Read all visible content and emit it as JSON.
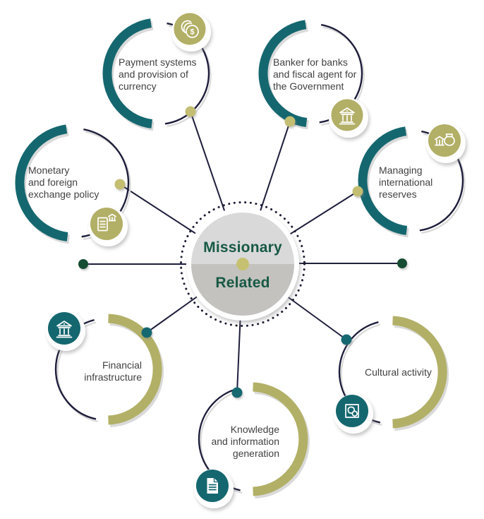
{
  "title": "Missionary and Related central bank functions diagram",
  "center": {
    "top_label": "Missionary",
    "bottom_label": "Related"
  },
  "nodes": [
    {
      "id": "payment-systems",
      "group": "missionary",
      "icon": "coins-icon",
      "lines": [
        "Payment systems",
        "and provision of",
        "currency"
      ]
    },
    {
      "id": "banker-for-banks",
      "group": "missionary",
      "icon": "bank-icon",
      "lines": [
        "Banker for banks",
        "and fiscal agent for",
        "the Government"
      ]
    },
    {
      "id": "monetary-policy",
      "group": "missionary",
      "icon": "policy-scroll-icon",
      "lines": [
        "Monetary",
        "and foreign",
        "exchange policy"
      ]
    },
    {
      "id": "international-reserves",
      "group": "missionary",
      "icon": "money-bag-icon",
      "lines": [
        "Managing",
        "international",
        "reserves"
      ]
    },
    {
      "id": "financial-infrastructure",
      "group": "related",
      "icon": "bank-icon",
      "lines": [
        "Financial",
        "infrastructure"
      ]
    },
    {
      "id": "knowledge-generation",
      "group": "related",
      "icon": "document-icon",
      "lines": [
        "Knowledge",
        "and information",
        "generation"
      ]
    },
    {
      "id": "cultural-activity",
      "group": "related",
      "icon": "artifact-icon",
      "lines": [
        "Cultural activity"
      ]
    }
  ],
  "palette": {
    "teal": "#15676f",
    "navy": "#1e1e3c",
    "olive": "#b2b067",
    "oliveBadge": "#b2af66",
    "oliveDot": "#c3be72",
    "centerDot": "#c6c171",
    "greenText": "#175945",
    "greenDot": "#174d32",
    "labelText": "#414141",
    "centerTop": "#d9d9d9",
    "centerBottom": "#c3c2bf",
    "shadow": "#dadada"
  }
}
